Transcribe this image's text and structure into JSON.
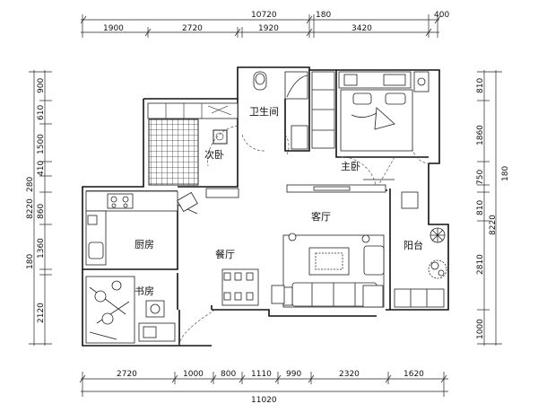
{
  "plan": {
    "rooms": {
      "bathroom": "卫生间",
      "bedroom2": "次卧",
      "master": "主卧",
      "living": "客厅",
      "kitchen": "厨房",
      "dining": "餐厅",
      "balcony": "阳台",
      "study": "书房"
    },
    "dims_top": {
      "overall": "10720",
      "d180": "180",
      "d400": "400",
      "s1": "1900",
      "s2": "2720",
      "s3": "1920",
      "s4": "3420"
    },
    "dims_bottom": {
      "s1": "2720",
      "s2": "1000",
      "s3": "800",
      "s4": "1110",
      "s5": "990",
      "s6": "2320",
      "s7": "1620",
      "overall": "11020"
    },
    "dims_left": {
      "overall": "8220",
      "a": "900",
      "b": "610",
      "c": "1500",
      "d": "410",
      "e": "280",
      "f": "860",
      "g": "1360",
      "h": "180",
      "i": "2120"
    },
    "dims_right": {
      "overall": "8220",
      "a": "810",
      "b": "1860",
      "c": "750",
      "d": "180",
      "e": "810",
      "f": "2810",
      "g": "1000"
    }
  }
}
